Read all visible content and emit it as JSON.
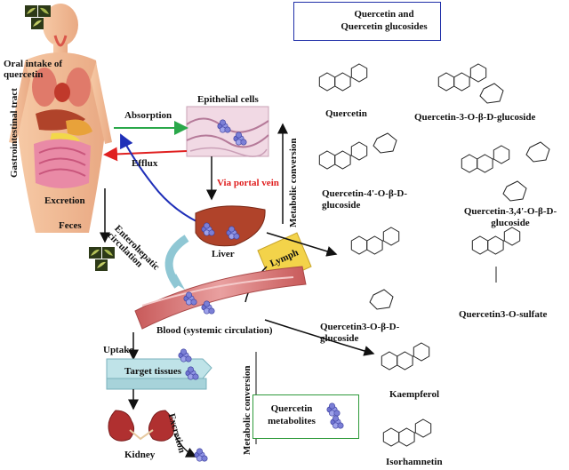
{
  "labels": {
    "oral_intake": "Oral intake of quercetin",
    "gi_tract": "Gastrointestinal tract",
    "excretion_left": "Excretion",
    "feces": "Feces",
    "epithelial_cells": "Epithelial cells",
    "absorption": "Absorption",
    "efflux": "Efflux",
    "enterohepatic": "Enterohepatic circulation",
    "via_portal_vein": "Via portal vein",
    "liver": "Liver",
    "lymph": "Lymph",
    "blood": "Blood (systemic circulation)",
    "uptake": "Uptake",
    "target_tissues": "Target tissues",
    "kidney": "Kidney",
    "excretion_kidney": "Excretion",
    "metabolic_conversion_top": "Metabolic conversion",
    "metabolic_conversion_bottom": "Metabolic conversion"
  },
  "legends": {
    "quercetin_glucosides": "Quercetin and Quercetin glucosides",
    "quercetin_metabolites": "Quercetin metabolites"
  },
  "structures": {
    "quercetin": "Quercetin",
    "q3g": "Quercetin-3-O-β-D-glucoside",
    "q4g": "Quercetin-4'-O-β-D-glucoside",
    "q34g": "Quercetin-3,4'-O-β-D-glucoside",
    "q3g_b": "Quercetin3-O-β-D-glucoside",
    "q3s": "Quercetin3-O-sulfate",
    "kaempferol": "Kaempferol",
    "isorhamnetin": "Isorhamnetin"
  },
  "colors": {
    "absorption_arrow": "#2aa84a",
    "efflux_arrow": "#e02020",
    "enterohepatic_arrow": "#1f2fb8",
    "portal_vein_text": "#e02020",
    "legend_border_blue": "#1f2fa8",
    "legend_border_green": "#2e9a3a",
    "lymph_fill": "#f3d34a",
    "target_tissues_fill": "#bfe3e8",
    "liver_fill": "#b0432a",
    "kidney_fill": "#b03030",
    "blood_vessel_fill": "#d88a8a",
    "molecule_dots": "#7b7fd6"
  }
}
